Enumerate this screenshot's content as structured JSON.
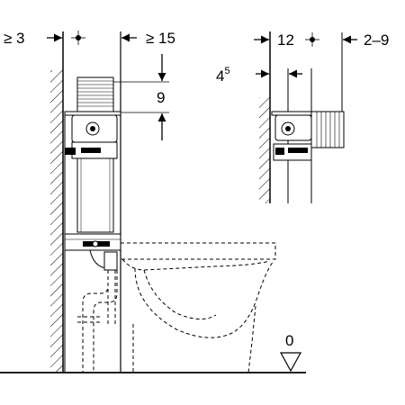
{
  "labels": {
    "left_clearance": "≥ 3",
    "right_clearance": "≥ 15",
    "height_offset": "9",
    "frame_depth": "12",
    "frame_offset": "4",
    "frame_offset_sup": "5",
    "adjust_range": "2–9",
    "floor_level": "0"
  },
  "colors": {
    "line": "#000000",
    "hatch": "#000000",
    "background": "#ffffff"
  }
}
